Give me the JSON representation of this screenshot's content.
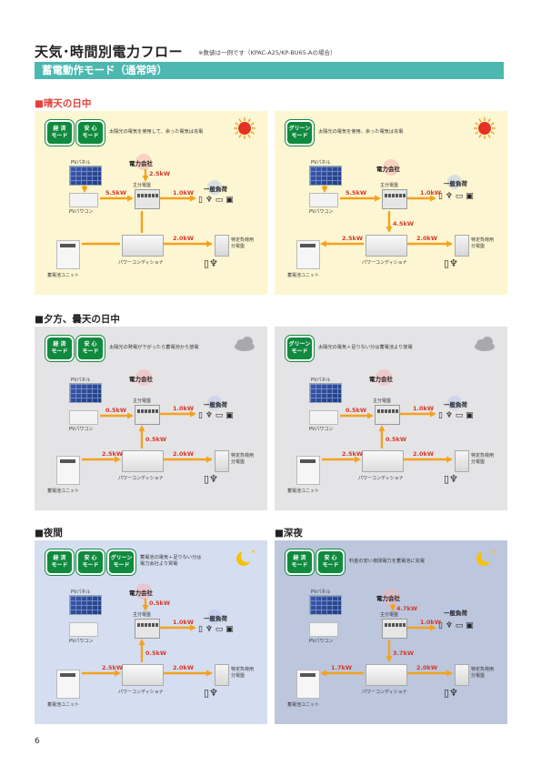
{
  "header": {
    "title": "天気･時間別電力フロー",
    "note": "※数値は一例です（KPAC-A25/KP-BU65-Aの場合）",
    "mode_bar": "蓄電動作モード（通常時）"
  },
  "sections": {
    "sunny": "■晴天の日中",
    "cloudy": "■夕方、曇天の日中",
    "night": "■夜間",
    "midnight": "■深夜"
  },
  "badges": {
    "keizai": [
      "経 済",
      "モード"
    ],
    "anshin": [
      "安 心",
      "モード"
    ],
    "green": [
      "グリーン",
      "モード"
    ]
  },
  "labels": {
    "pv_panel": "PVパネル",
    "pv_pcs": "PVパワコン",
    "utility": "電力会社",
    "main_panel": "主分電盤",
    "general_load": "一般負荷",
    "battery_unit": "蓄電池ユニット",
    "power_conditioner": "パワーコンディショナ",
    "specific_load": [
      "特定負荷用",
      "分電盤"
    ]
  },
  "panels": [
    {
      "desc": "太陽光の電気を使用して、余った電気は充電",
      "values": {
        "pv": "5.5kW",
        "grid": "2.5kW",
        "load": "1.0kW",
        "pcs": "",
        "batt": "",
        "spec": "2.0kW"
      }
    },
    {
      "desc": "太陽光の電気を使用、余った電気は充電",
      "values": {
        "pv": "5.5kW",
        "grid": "",
        "load": "1.0kW",
        "pcs": "4.5kW",
        "batt": "2.5kW",
        "spec": "2.0kW"
      }
    },
    {
      "desc": "太陽光の発電が下がったら蓄電池から放電",
      "values": {
        "pv": "0.5kW",
        "grid": "",
        "load": "1.0kW",
        "pcs": "0.5kW",
        "batt": "2.5kW",
        "spec": "2.0kW"
      }
    },
    {
      "desc": "太陽光の電気＋足りない分は蓄電池より放電",
      "values": {
        "pv": "0.5kW",
        "grid": "",
        "load": "1.0kW",
        "pcs": "0.5kW",
        "batt": "2.5kW",
        "spec": "2.0kW"
      }
    },
    {
      "desc1": "蓄電池の電気＋足りない分は",
      "desc2": "電力会社より買電",
      "values": {
        "pv": "",
        "grid": "0.5kW",
        "load": "1.0kW",
        "pcs": "0.5kW",
        "batt": "2.5kW",
        "spec": "2.0kW"
      }
    },
    {
      "desc": "料金の安い夜間電力を蓄電池に充電",
      "values": {
        "pv": "",
        "grid": "4.7kW",
        "load": "1.0kW",
        "pcs": "3.7kW",
        "batt": "1.7kW",
        "spec": "2.0kW"
      }
    }
  ],
  "icons": {
    "sun": "sun-icon",
    "cloud": "cloud-icon",
    "moon": "moon-icon"
  },
  "colors": {
    "teal": "#4cb8b0",
    "green_badge": "#0f8a3e",
    "arrow": "#f3a21f",
    "sunny_bg": "#fdf6d2",
    "cloudy_bg": "#e4e4e6",
    "night_bg": "#d5def0",
    "midnight_bg": "#bcc6dd"
  },
  "page": {
    "number": "6"
  }
}
